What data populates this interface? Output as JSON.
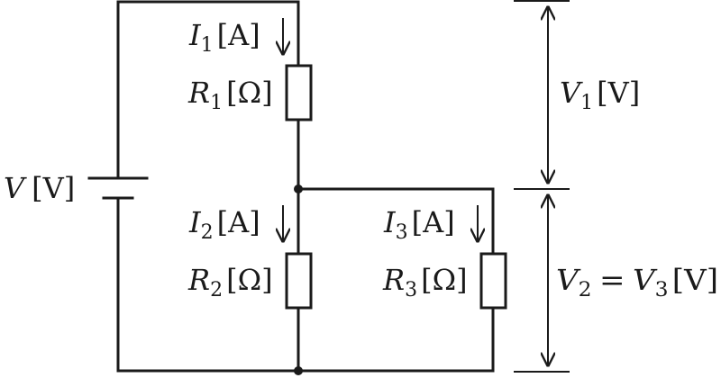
{
  "labels": {
    "source": {
      "sym": "V",
      "unit": "[V]"
    },
    "i1": {
      "sym": "I",
      "sub": "1",
      "unit": "[A]"
    },
    "r1": {
      "sym": "R",
      "sub": "1",
      "unit": "[Ω]"
    },
    "i2": {
      "sym": "I",
      "sub": "2",
      "unit": "[A]"
    },
    "r2": {
      "sym": "R",
      "sub": "2",
      "unit": "[Ω]"
    },
    "i3": {
      "sym": "I",
      "sub": "3",
      "unit": "[A]"
    },
    "r3": {
      "sym": "R",
      "sub": "3",
      "unit": "[Ω]"
    },
    "v1": {
      "sym": "V",
      "sub": "1",
      "unit": "[V]"
    },
    "v23": {
      "sym_a": "V",
      "sub_a": "2",
      "eq": "=",
      "sym_b": "V",
      "sub_b": "3",
      "unit": "[V]"
    }
  }
}
